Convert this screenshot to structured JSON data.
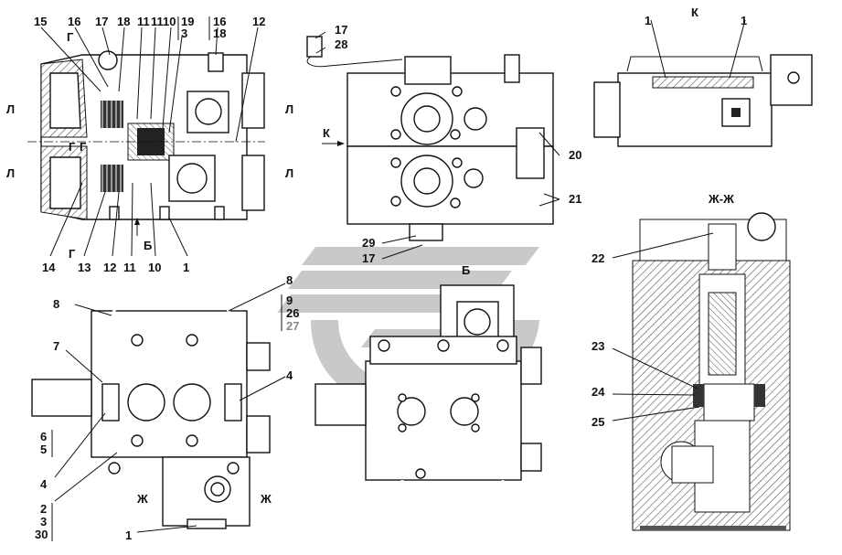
{
  "views": {
    "view_k": "К",
    "section_zh": "Ж-Ж",
    "view_b": "Б"
  },
  "section_markers": {
    "g_top": "Г",
    "g_mid": "Г",
    "g_mid2": "Г",
    "g_bottom": "Г",
    "l_tl": "Л",
    "l_bl": "Л",
    "l_tr": "Л",
    "l_br": "Л",
    "zh_left": "Ж",
    "zh_right": "Ж",
    "b_arrow": "Б",
    "k_arrow": "К"
  },
  "callouts": {
    "tl_15": "15",
    "tl_16a": "16",
    "tl_17": "17",
    "tl_18": "18",
    "tl_11a": "11",
    "tl_11b": "11",
    "tl_10a": "10",
    "tl_19": "19",
    "tl_3": "3",
    "tl_16b": "16",
    "tl_18b": "18",
    "tl_12a": "12",
    "tl_14": "14",
    "tl_13": "13",
    "tl_12b": "12",
    "tl_11c": "11",
    "tl_10b": "10",
    "tl_1": "1",
    "tc_17": "17",
    "tc_28": "28",
    "tc_20": "20",
    "tc_21": "21",
    "tc_29": "29",
    "tc_17b": "17",
    "tr_1a": "1",
    "tr_1b": "1",
    "bl_8a": "8",
    "bl_8b": "8",
    "bl_9": "9",
    "bl_26": "26",
    "bl_27": "27",
    "bl_7": "7",
    "bl_4a": "4",
    "bl_4b": "4",
    "bl_6": "6",
    "bl_5": "5",
    "bl_2": "2",
    "bl_3": "3",
    "bl_30": "30",
    "bl_1": "1",
    "br_22": "22",
    "br_23": "23",
    "br_24": "24",
    "br_25": "25"
  },
  "colors": {
    "line": "#111111",
    "watermark": "#c9c9c9",
    "hatch": "#555555"
  }
}
